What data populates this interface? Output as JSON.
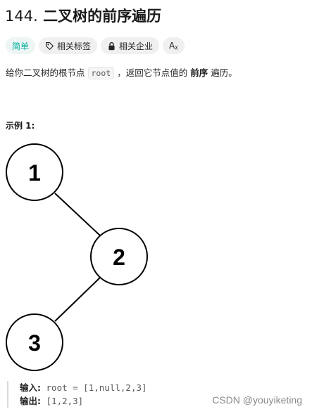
{
  "problem": {
    "number": "144.",
    "title": "二叉树的前序遍历"
  },
  "tags": {
    "difficulty": "简单",
    "related_tags": "相关标签",
    "related_companies": "相关企业",
    "translate": "Aᵪ"
  },
  "description": {
    "prefix": "给你二叉树的根节点",
    "code": "root",
    "middle": "，返回它节点值的",
    "bold": "前序",
    "suffix": "遍历。"
  },
  "example": {
    "title": "示例 1:",
    "tree_nodes": [
      "1",
      "2",
      "3"
    ],
    "input_label": "输入:",
    "input_value": "root = [1,null,2,3]",
    "output_label": "输出:",
    "output_value": "[1,2,3]"
  },
  "watermark": "CSDN @youyiketing",
  "colors": {
    "difficulty_easy": "#00af9b",
    "tag_background": "#f0f0f0"
  }
}
